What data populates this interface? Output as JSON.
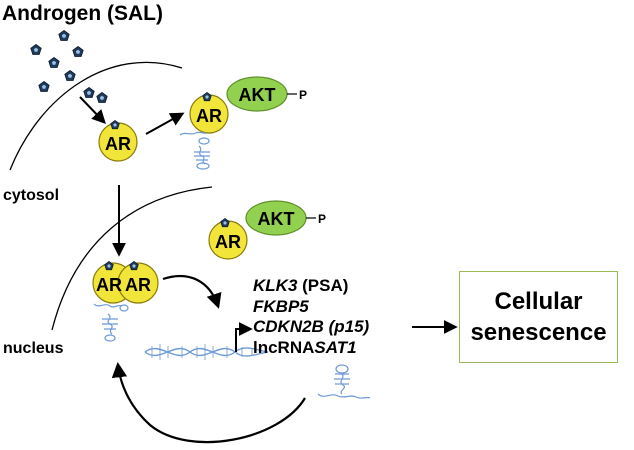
{
  "title": "Androgen (SAL)",
  "compartments": {
    "cytosol": "cytosol",
    "nucleus": "nucleus"
  },
  "molecules": {
    "receptor": "AR",
    "kinase": "AKT",
    "phospho": "P"
  },
  "genes": [
    {
      "name": "KLK3",
      "suffix": " (PSA)",
      "name_italic": true,
      "suffix_italic": false
    },
    {
      "name": "FKBP5",
      "suffix": "",
      "name_italic": true,
      "suffix_italic": false
    },
    {
      "name": "CDKN2B",
      "suffix": " (p15)",
      "name_italic": true,
      "suffix_italic": true
    },
    {
      "name": "lncRNA",
      "suffix": "SAT1",
      "name_italic": false,
      "suffix_italic": true
    }
  ],
  "outcome": {
    "line1": "Cellular",
    "line2": "senescence"
  },
  "colors": {
    "receptor_fill": "#f2e53a",
    "receptor_stroke": "#8a7d0a",
    "kinase_fill": "#92d050",
    "kinase_stroke": "#5e8f2a",
    "ligand": "#1f3a5a",
    "dna": "#6e9ad6",
    "box_border": "#9bbb59"
  }
}
